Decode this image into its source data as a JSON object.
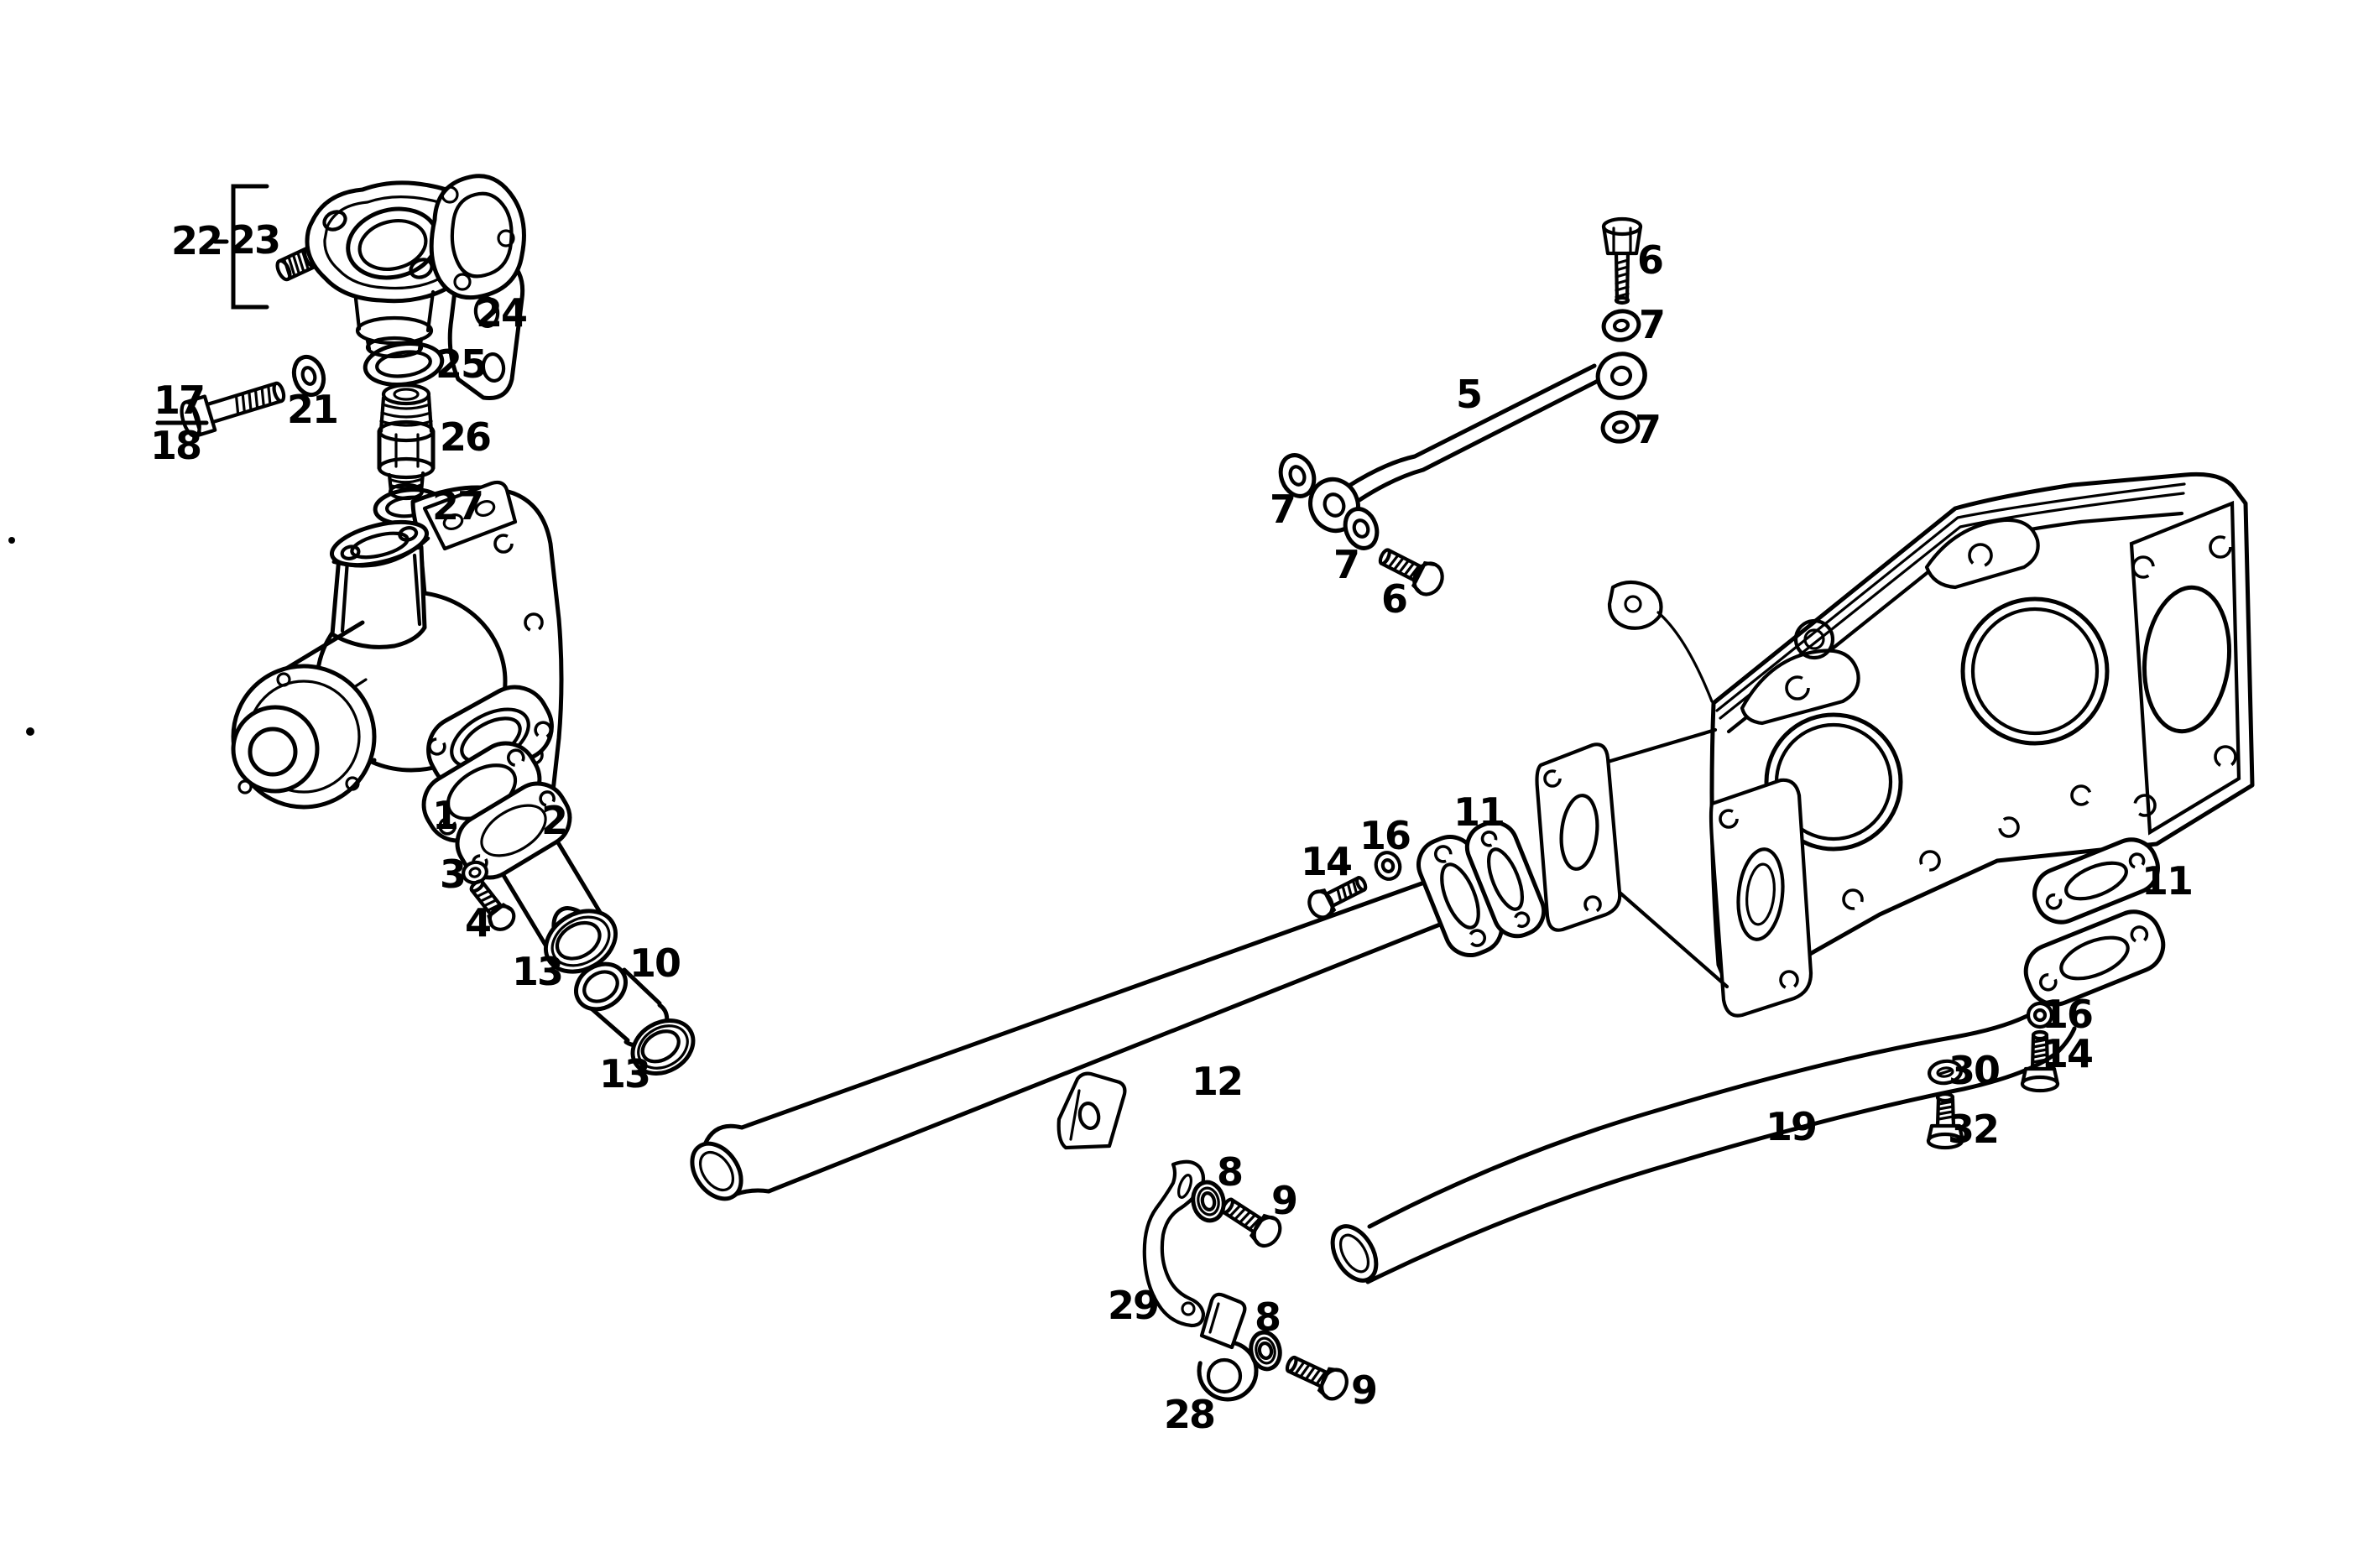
{
  "canvas": {
    "background": "#ffffff",
    "ink": "#000000"
  },
  "diagram_type": "exploded-parts-diagram",
  "labels": {
    "l1": "1",
    "l2": "2",
    "l3": "3",
    "l4": "4",
    "l5": "5",
    "l6a": "6",
    "l6b": "6",
    "l7a": "7",
    "l7b": "7",
    "l7c": "7",
    "l7d": "7",
    "l8a": "8",
    "l8b": "8",
    "l9a": "9",
    "l9b": "9",
    "l10": "10",
    "l11a": "11",
    "l11b": "11",
    "l12": "12",
    "l13a": "13",
    "l13b": "13",
    "l14a": "14",
    "l14b": "14",
    "l16a": "16",
    "l16b": "16",
    "l17": "17",
    "l18": "18",
    "l19": "19",
    "l21": "21",
    "l22": "22",
    "l23": "23",
    "l24": "24",
    "l25": "25",
    "l26": "26",
    "l27": "27",
    "l28": "28",
    "l29": "29",
    "l30": "30",
    "l32": "32"
  }
}
